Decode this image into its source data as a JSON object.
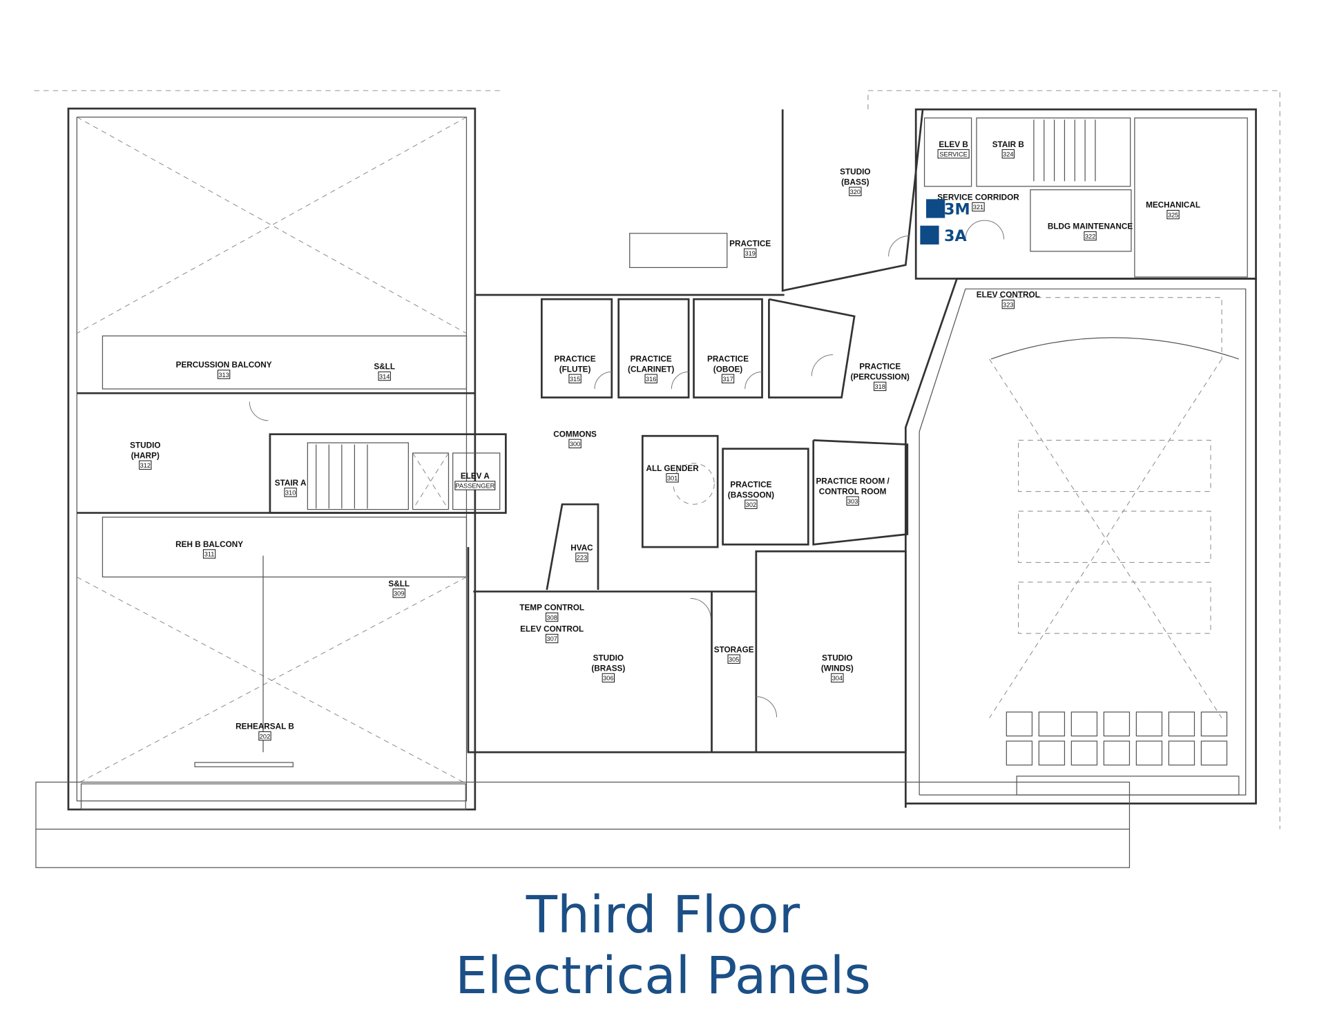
{
  "title": {
    "line1": "Third Floor",
    "line2": "Electrical Panels"
  },
  "colors": {
    "panel": "#0e4a86",
    "title": "#1b4f86",
    "wall": "#333333"
  },
  "panels": [
    {
      "id": "3M",
      "label": "3M"
    },
    {
      "id": "3A",
      "label": "3A"
    }
  ],
  "rooms": [
    {
      "lines": [
        "STUDIO",
        "(BASS)"
      ],
      "number": "320"
    },
    {
      "lines": [
        "ELEV B"
      ],
      "number": "SERVICE"
    },
    {
      "lines": [
        "STAIR B"
      ],
      "number": "324"
    },
    {
      "lines": [
        "SERVICE CORRIDOR"
      ],
      "number": "321"
    },
    {
      "lines": [
        "MECHANICAL"
      ],
      "number": "325"
    },
    {
      "lines": [
        "BLDG MAINTENANCE"
      ],
      "number": "322"
    },
    {
      "lines": [
        "PRACTICE"
      ],
      "number": "319"
    },
    {
      "lines": [
        "ELEV CONTROL"
      ],
      "number": "323"
    },
    {
      "lines": [
        "PERCUSSION BALCONY"
      ],
      "number": "313"
    },
    {
      "lines": [
        "S&LL"
      ],
      "number": "314"
    },
    {
      "lines": [
        "PRACTICE",
        "(FLUTE)"
      ],
      "number": "315"
    },
    {
      "lines": [
        "PRACTICE",
        "(CLARINET)"
      ],
      "number": "316"
    },
    {
      "lines": [
        "PRACTICE",
        "(OBOE)"
      ],
      "number": "317"
    },
    {
      "lines": [
        "PRACTICE",
        "(PERCUSSION)"
      ],
      "number": "318"
    },
    {
      "lines": [
        "COMMONS"
      ],
      "number": "300"
    },
    {
      "lines": [
        "STUDIO",
        "(HARP)"
      ],
      "number": "312"
    },
    {
      "lines": [
        "STAIR A"
      ],
      "number": "310"
    },
    {
      "lines": [
        "ELEV A"
      ],
      "number": "PASSENGER"
    },
    {
      "lines": [
        "ALL GENDER"
      ],
      "number": "301"
    },
    {
      "lines": [
        "PRACTICE",
        "(BASSOON)"
      ],
      "number": "302"
    },
    {
      "lines": [
        "PRACTICE ROOM /",
        "CONTROL ROOM"
      ],
      "number": "303"
    },
    {
      "lines": [
        "REH B BALCONY"
      ],
      "number": "311"
    },
    {
      "lines": [
        "HVAC"
      ],
      "number": "223"
    },
    {
      "lines": [
        "S&LL"
      ],
      "number": "309"
    },
    {
      "lines": [
        "TEMP CONTROL"
      ],
      "number": "308"
    },
    {
      "lines": [
        "ELEV CONTROL"
      ],
      "number": "307"
    },
    {
      "lines": [
        "STUDIO",
        "(BRASS)"
      ],
      "number": "306"
    },
    {
      "lines": [
        "STORAGE"
      ],
      "number": "305"
    },
    {
      "lines": [
        "STUDIO",
        "(WINDS)"
      ],
      "number": "304"
    },
    {
      "lines": [
        "REHEARSAL B"
      ],
      "number": "202"
    }
  ]
}
